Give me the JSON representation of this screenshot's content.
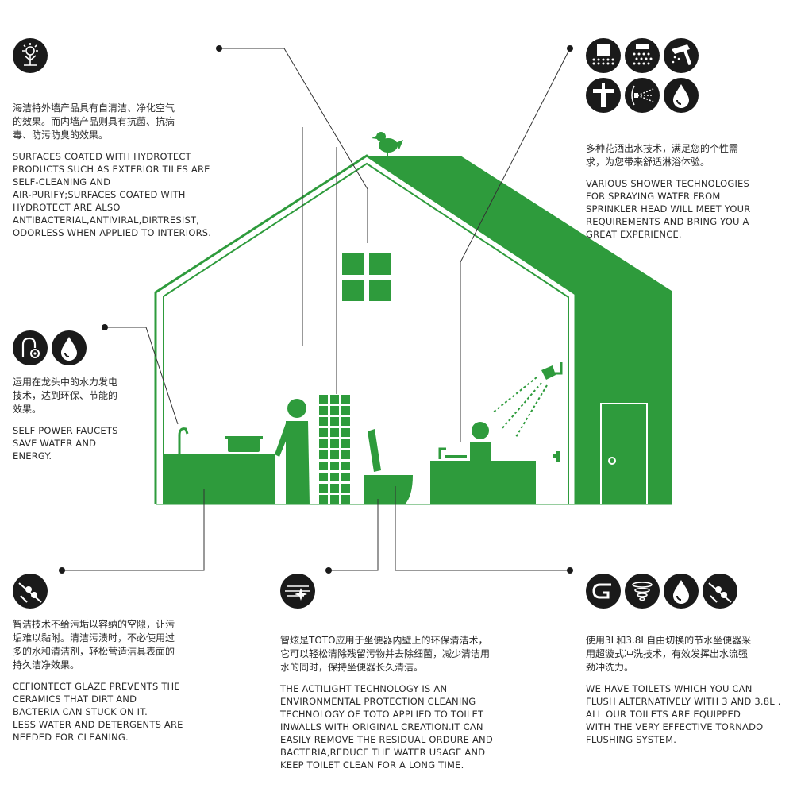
{
  "colors": {
    "green": "#2e9b3c",
    "dark": "#1a1a1a",
    "line": "#333333"
  },
  "panels": {
    "surfaces": {
      "icons": [
        "flower-leaf-icon"
      ],
      "cn": "海洁特外墙产品具有自清洁、净化空气\n的效果。而内墙产品则具有抗菌、抗病\n毒、防污防臭的效果。",
      "en": "SURFACES COATED WITH HYDROTECT\nPRODUCTS SUCH AS EXTERIOR TILES ARE\nSELF-CLEANING AND\nAIR-PURIFY;SURFACES COATED WITH\nHYDROTECT ARE ALSO\nANTIBACTERIAL,ANTIVIRAL,DIRTRESIST,\nODORLESS WHEN APPLIED TO INTERIORS."
    },
    "shower": {
      "icons": [
        "rain-grid-icon",
        "shower-dots-icon",
        "handheld-shower-icon",
        "faucet-t-icon",
        "spray-pattern-icon",
        "water-drop-icon"
      ],
      "cn": "多种花洒出水技术，满足您的个性需\n求，为您带来舒适淋浴体验。",
      "en": "VARIOUS SHOWER TECHNOLOGIES\nFOR SPRAYING WATER FROM\nSPRINKLER HEAD WILL MEET YOUR\nREQUIREMENTS AND BRING YOU A\nGREAT EXPERIENCE."
    },
    "faucet": {
      "icons": [
        "faucet-gear-icon",
        "water-drop-icon"
      ],
      "cn": "运用在龙头中的水力发电\n技术，达到环保、节能的\n效果。",
      "en": "SELF POWER FAUCETS\nSAVE WATER AND\nENERGY."
    },
    "cefiontect": {
      "icons": [
        "glaze-balls-icon"
      ],
      "cn": "智洁技术不给污垢以容纳的空隙，让污\n垢难以黏附。清洁污渍时，不必使用过\n多的水和清洁剂，轻松营造洁具表面的\n持久洁净效果。",
      "en": "CEFIONTECT GLAZE PREVENTS THE\nCERAMICS THAT DIRT AND\nBACTERIA CAN STUCK ON IT.\nLESS WATER AND DETERGENTS ARE\nNEEDED FOR CLEANING."
    },
    "actilight": {
      "icons": [
        "sparkle-drop-icon"
      ],
      "cn": "智炫是TOTO应用于坐便器内壁上的环保清洁术，\n它可以轻松清除残留污物并去除细菌，减少清洁用\n水的同时，保持坐便器长久清洁。",
      "en": "THE ACTILIGHT TECHNOLOGY IS AN\nENVIRONMENTAL PROTECTION CLEANING\nTECHNOLOGY OF TOTO APPLIED TO TOILET\nINWALLS WITH ORIGINAL CREATION.IT CAN\nEASILY REMOVE THE RESIDUAL ORDURE AND\nBACTERIA,REDUCE THE WATER USAGE AND\nKEEP TOILET CLEAN FOR A LONG TIME."
    },
    "tornado": {
      "icons": [
        "flush-g-icon",
        "tornado-swirl-icon",
        "water-drop-icon",
        "glaze-balls-icon"
      ],
      "cn": "使用3L和3.8L自由切换的节水坐便器采\n用超漩式冲洗技术，有效发挥出水流强\n劲冲洗力。",
      "en": "WE HAVE TOILETS WHICH YOU CAN\nFLUSH ALTERNATIVELY WITH 3 AND 3.8L .\nALL OUR TOILETS ARE EQUIPPED\nWITH THE VERY EFFECTIVE TORNADO\nFLUSHING SYSTEM."
    }
  }
}
